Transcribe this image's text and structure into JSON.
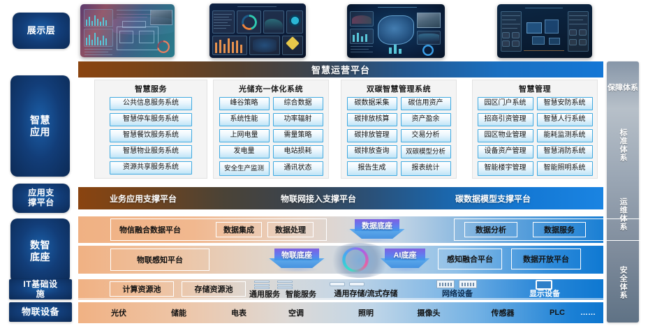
{
  "platform": {
    "title": "智慧运营平台"
  },
  "layers": [
    {
      "id": "presentation",
      "label": "展示层"
    },
    {
      "id": "smart-application",
      "label": "智慧\n应用"
    },
    {
      "id": "application-support",
      "label": "应用支\n撑平台"
    },
    {
      "id": "data-intelligence-base",
      "label": "数智\n底座"
    },
    {
      "id": "it-infrastructure",
      "label": "IT基础设\n施"
    },
    {
      "id": "iot-devices",
      "label": "物联设备"
    }
  ],
  "guarantee_column": {
    "title": "保障体系",
    "items": [
      "标准体系",
      "运维体系",
      "安全体系"
    ]
  },
  "thumbnails": [
    {
      "name": "energy-floorplan-dashboard"
    },
    {
      "name": "operations-overview-dashboard"
    },
    {
      "name": "national-map-dashboard"
    },
    {
      "name": "digital-twin-park-dashboard"
    }
  ],
  "application_groups": [
    {
      "title": "智慧服务",
      "columns": [
        [
          "公共信息服务系统",
          "智慧停车服务系统",
          "智慧餐饮服务系统",
          "智慧物业服务系统",
          "资源共享服务系统"
        ]
      ]
    },
    {
      "title": "光储充一体化系统",
      "columns": [
        [
          "峰谷策略",
          "系统性能",
          "上网电量",
          "发电量",
          "安全生产监测"
        ],
        [
          "综合数据",
          "功率辐射",
          "需量策略",
          "电站损耗",
          "通讯状态"
        ]
      ]
    },
    {
      "title": "双碳智慧管理系统",
      "columns": [
        [
          "碳数据采集",
          "碳排放核算",
          "碳排放管理",
          "碳排放查询",
          "报告生成"
        ],
        [
          "碳信用资产",
          "资产盈余",
          "交易分析",
          "双碳模型分析",
          "报表统计"
        ]
      ]
    },
    {
      "title": "智慧管理",
      "columns": [
        [
          "园区门户系统",
          "招商引资管理",
          "园区物业管理",
          "设备资产管理",
          "智能楼宇管理"
        ],
        [
          "智慧安防系统",
          "智慧人行系统",
          "能耗监测系统",
          "智慧消防系统",
          "智能照明系统"
        ]
      ]
    }
  ],
  "support_platforms": [
    "业务应用支撑平台",
    "物联网接入支撑平台",
    "碳数据模型支撑平台"
  ],
  "data_base_rows": [
    {
      "name": "data-row",
      "left_label": "物信融合数据平台",
      "boxes": [
        "数据集成",
        "数据处理"
      ],
      "plate": "数据底座",
      "right_boxes": [
        "数据分析",
        "数据服务"
      ]
    },
    {
      "name": "iot-ai-row",
      "left_label": "物联感知平台",
      "boxes": [],
      "plate_left": "物联底座",
      "plate_right": "AI底座",
      "right_boxes": [
        "感知融合平台",
        "数据开放平台"
      ]
    }
  ],
  "infrastructure_row": {
    "boxes": [
      "计算资源池",
      "存储资源池"
    ],
    "labels": [
      "通用服务",
      "智能服务",
      "通用存储/流式存储",
      "网络设备",
      "显示设备"
    ]
  },
  "device_row": {
    "labels": [
      "光伏",
      "储能",
      "电表",
      "空调",
      "照明",
      "摄像头",
      "传感器",
      "PLC",
      "……"
    ]
  },
  "colors": {
    "accent_blue": "#1a7fd4",
    "accent_orange": "#f0b183",
    "brand_brown": "#8a4410",
    "chip_border": "#3fa9e0",
    "sidebar_blue": "#123d78"
  }
}
